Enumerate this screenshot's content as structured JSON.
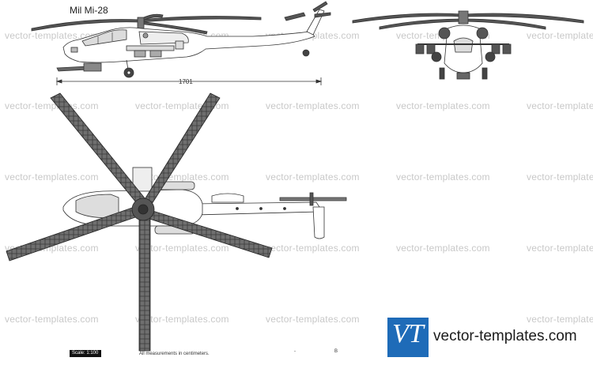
{
  "title": "Mil Mi-28",
  "dimension_label": "1701",
  "watermark": "vector-templates.com",
  "footer": {
    "scale": "Scale: 1:100",
    "note": "All measurements in centimeters.",
    "mark_a": "-",
    "mark_b": "B"
  },
  "logo": {
    "letters": "VT",
    "brand": "vector-templates.com",
    "color": "#1e6bb8"
  },
  "views": [
    "side-view",
    "front-view",
    "top-view"
  ]
}
